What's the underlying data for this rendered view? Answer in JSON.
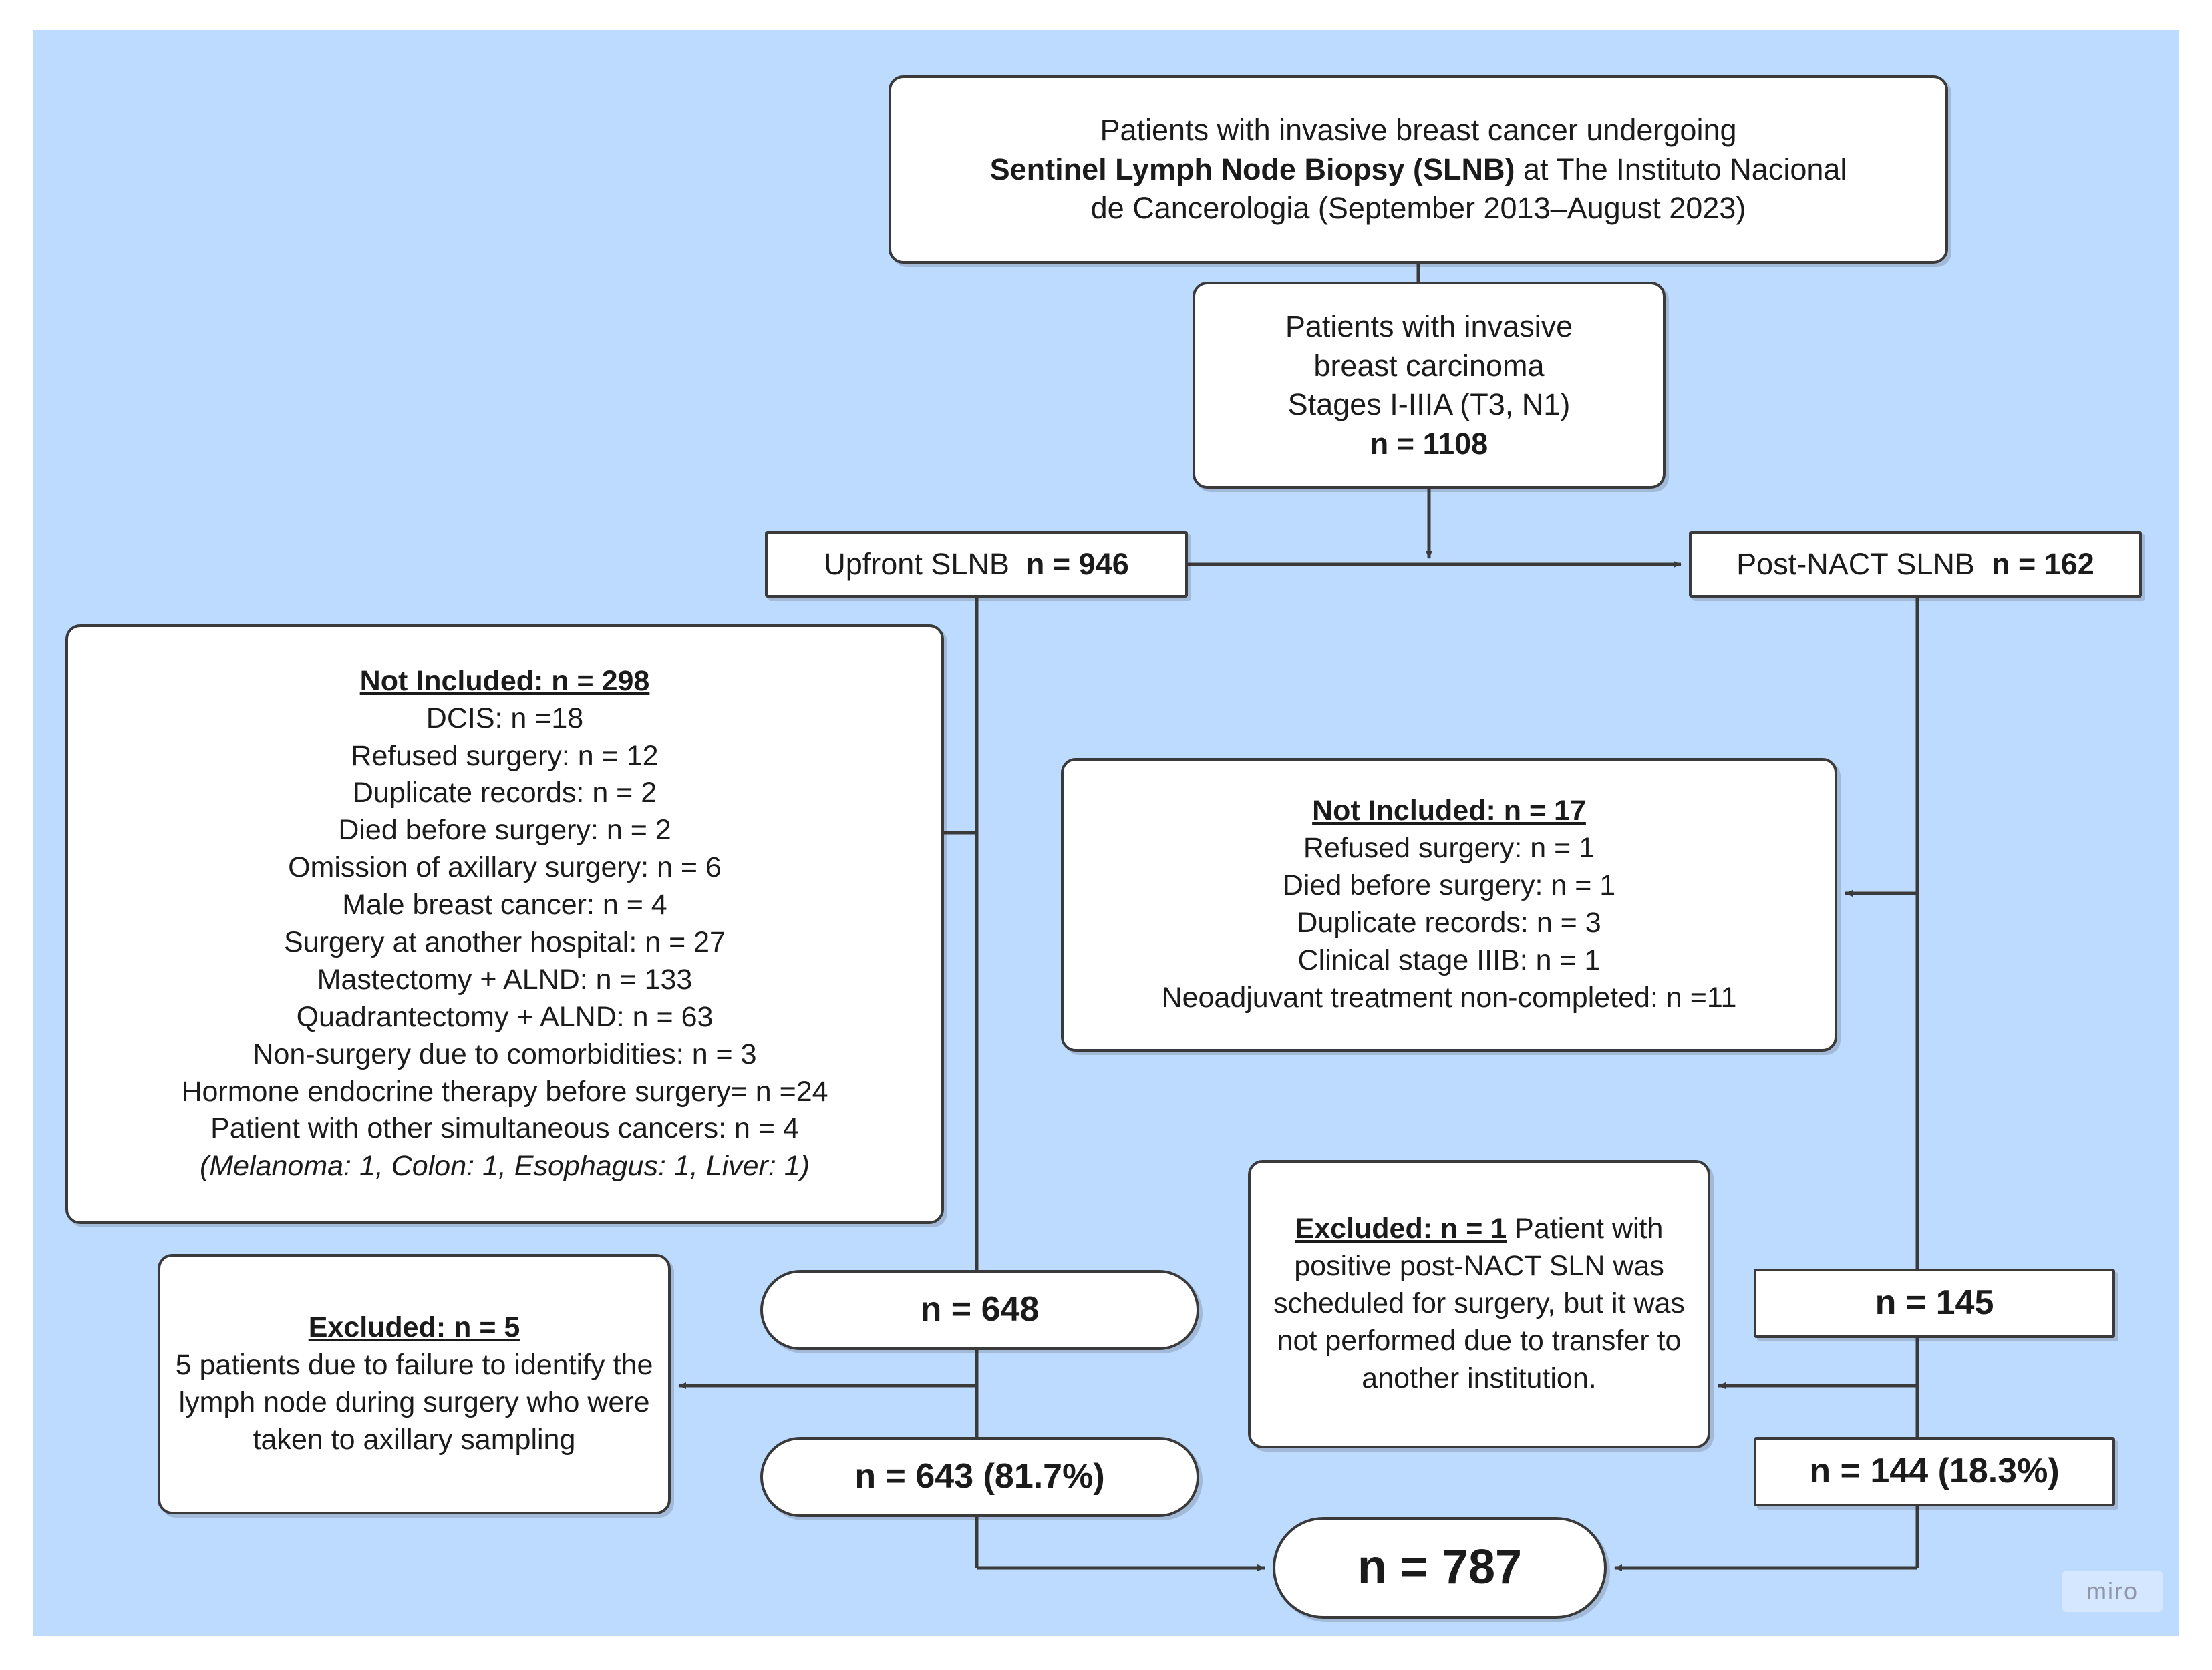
{
  "board": {
    "background_color": "#bddbff",
    "watermark": "miro"
  },
  "diagram": {
    "type": "flowchart",
    "title_node": {
      "line1": "Patients with invasive breast cancer undergoing",
      "line2_bold": "Sentinel Lymph Node Biopsy (SLNB)",
      "line2_rest": " at The Instituto Nacional",
      "line3": "de Cancerologia (September 2013–August 2023)"
    },
    "cohort_node": {
      "line1": "Patients with invasive",
      "line2": "breast carcinoma",
      "line3": "Stages I-IIIA (T3, N1)",
      "count": "n = 1108"
    },
    "upfront_node": {
      "label": "Upfront SLNB",
      "count": "n = 946"
    },
    "postnact_node": {
      "label": "Post-NACT SLNB",
      "count": "n = 162"
    },
    "not_included_upfront": {
      "heading": "Not Included: n = 298",
      "items": [
        "DCIS: n =18",
        "Refused surgery: n = 12",
        "Duplicate records: n = 2",
        "Died before surgery: n = 2",
        "Omission of axillary surgery: n = 6",
        "Male breast cancer: n = 4",
        "Surgery at another hospital: n = 27",
        "Mastectomy + ALND: n = 133",
        "Quadrantectomy + ALND: n = 63",
        "Non-surgery due to comorbidities: n = 3",
        "Hormone endocrine therapy before surgery= n =24",
        "Patient with other simultaneous cancers: n = 4"
      ],
      "footnote": "(Melanoma: 1, Colon: 1, Esophagus: 1, Liver: 1)"
    },
    "not_included_postnact": {
      "heading": "Not Included: n = 17",
      "items": [
        "Refused surgery: n = 1",
        "Died before surgery: n = 1",
        "Duplicate records: n = 3",
        "Clinical stage IIIB: n = 1",
        "Neoadjuvant treatment non-completed: n =11"
      ]
    },
    "excluded_postnact": {
      "heading": "Excluded: n = 1",
      "text": " Patient with positive post-NACT SLN was scheduled for surgery, but it was not performed due to transfer to another institution."
    },
    "excluded_upfront": {
      "heading": "Excluded: n = 5",
      "text": "5 patients due to failure to identify the lymph node during surgery who were taken to axillary  sampling"
    },
    "upfront_after_exclusions": "n = 648",
    "upfront_final": "n = 643 (81.7%)",
    "postnact_after_exclusions": "n = 145",
    "postnact_final": "n = 144 (18.3%)",
    "total_final": "n = 787"
  }
}
